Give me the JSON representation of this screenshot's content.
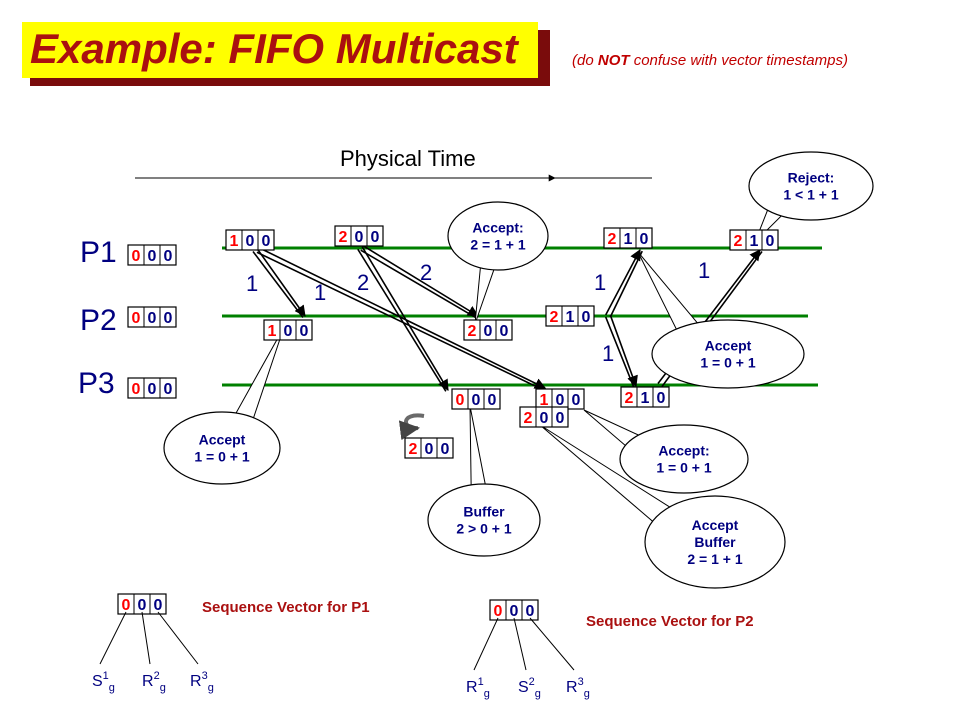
{
  "title": "Example: FIFO Multicast",
  "note": {
    "prefix": "(do ",
    "bold": "NOT",
    "suffix": " confuse with vector timestamps)"
  },
  "physical_time_label": "Physical Time",
  "processes": [
    {
      "name": "P1",
      "initial": [
        "0",
        "0",
        "0"
      ]
    },
    {
      "name": "P2",
      "initial": [
        "0",
        "0",
        "0"
      ]
    },
    {
      "name": "P3",
      "initial": [
        "0",
        "0",
        "0"
      ]
    }
  ],
  "vectors": {
    "p1_a": [
      "1",
      "0",
      "0"
    ],
    "p1_b": [
      "2",
      "0",
      "0"
    ],
    "p1_c": [
      "2",
      "1",
      "0"
    ],
    "p1_d": [
      "2",
      "1",
      "0"
    ],
    "p2_a": [
      "1",
      "0",
      "0"
    ],
    "p2_b": [
      "2",
      "0",
      "0"
    ],
    "p2_c": [
      "2",
      "1",
      "0"
    ],
    "p3_a": [
      "0",
      "0",
      "0"
    ],
    "p3_b": [
      "1",
      "0",
      "0"
    ],
    "p3_c": [
      "2",
      "0",
      "0"
    ],
    "p3_d": [
      "2",
      "1",
      "0"
    ],
    "p3_buf": [
      "2",
      "0",
      "0"
    ]
  },
  "message_labels": {
    "m1_to_p2": "1",
    "m1_to_p3": "1",
    "m2_to_p2": "2",
    "m2_to_p3": "2",
    "p2_to_p1": "1",
    "p2_to_p3": "1",
    "p1_reject": "1"
  },
  "callouts": {
    "accept_p2_first": [
      "Accept",
      "1 = 0 + 1"
    ],
    "accept_p2_second": [
      "Accept:",
      "2 = 1 + 1"
    ],
    "reject": [
      "Reject:",
      "1 < 1 + 1"
    ],
    "accept_p1": [
      "Accept",
      "1 = 0 + 1"
    ],
    "buffer": [
      "Buffer",
      "2 > 0 + 1"
    ],
    "accept_p3": [
      "Accept:",
      "1 = 0 + 1"
    ],
    "accept_buffer": [
      "Accept",
      "Buffer",
      "2 = 1 + 1"
    ]
  },
  "legend": {
    "p1": {
      "label": "Sequence Vector for P1",
      "vector": [
        "0",
        "0",
        "0"
      ],
      "subs": [
        [
          "S",
          "1",
          "g"
        ],
        [
          "R",
          "2",
          "g"
        ],
        [
          "R",
          "3",
          "g"
        ]
      ]
    },
    "p2": {
      "label": "Sequence Vector for P2",
      "vector": [
        "0",
        "0",
        "0"
      ],
      "subs": [
        [
          "R",
          "1",
          "g"
        ],
        [
          "S",
          "2",
          "g"
        ],
        [
          "R",
          "3",
          "g"
        ]
      ]
    }
  },
  "colors": {
    "timeline": "#008000",
    "accent": "#ff0000",
    "text_blue": "#000080",
    "callout": "#3399ff",
    "label_red": "#aa1010"
  }
}
